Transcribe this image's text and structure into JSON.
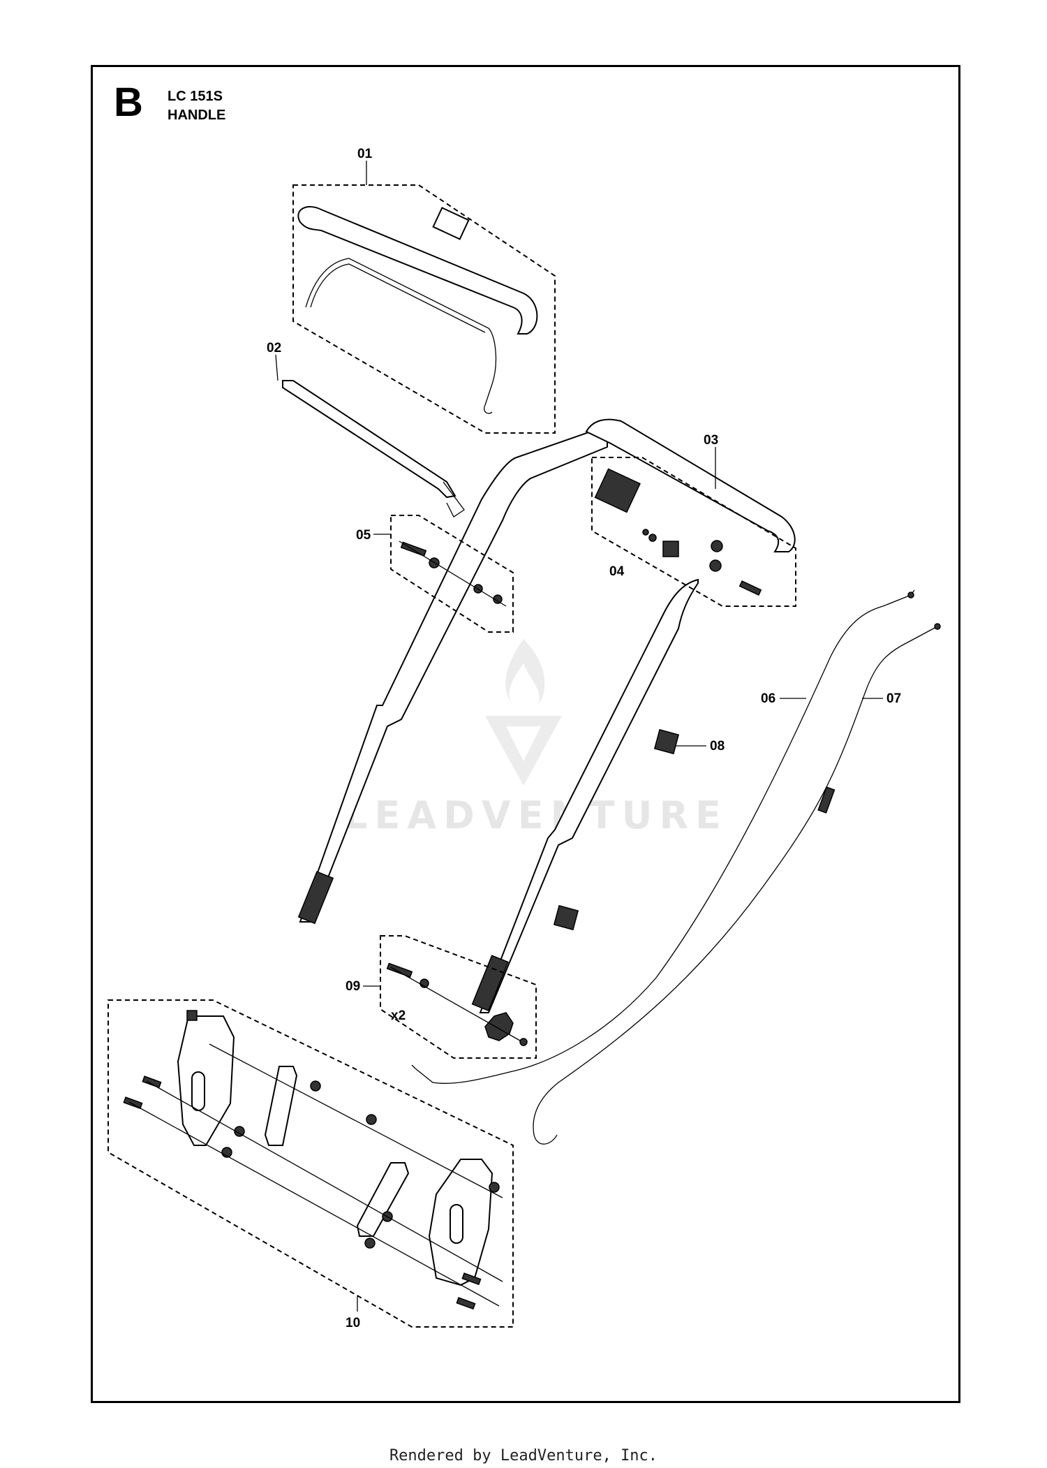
{
  "header": {
    "section_letter": "B",
    "model": "LC 151S",
    "assembly": "HANDLE"
  },
  "callouts": [
    "01",
    "02",
    "03",
    "04",
    "05",
    "06",
    "07",
    "08",
    "09",
    "10"
  ],
  "quantity_note": "x2",
  "watermark": "LEADVENTURE",
  "footer": "Rendered by LeadVenture, Inc."
}
